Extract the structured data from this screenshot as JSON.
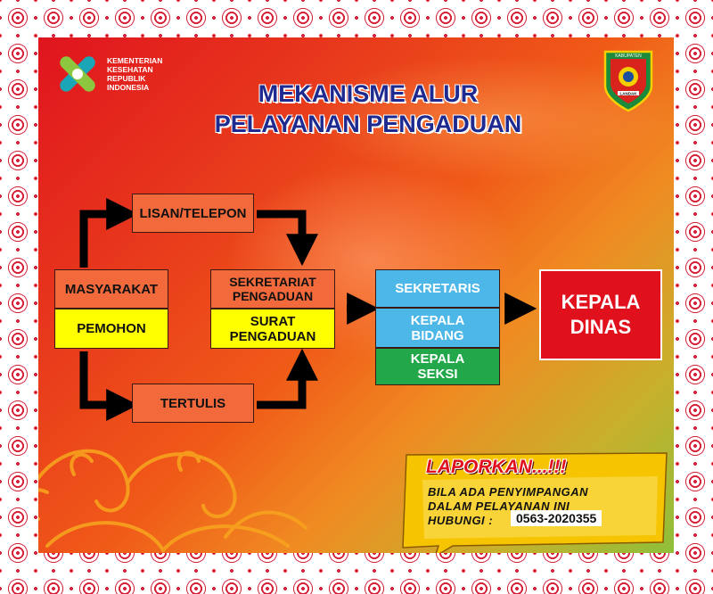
{
  "header": {
    "ministry_logo": {
      "lines": [
        "KEMENTERIAN",
        "KESEHATAN",
        "REPUBLIK",
        "INDONESIA"
      ],
      "colors": [
        "#1aa6b7",
        "#8dc63f"
      ]
    },
    "title_line1": "MEKANISME ALUR",
    "title_line2": "PELAYANAN PENGADUAN",
    "crest": {
      "top_text": "KABUPATEN",
      "bottom_text": "LANDAK"
    }
  },
  "flow": {
    "lisan": "LISAN/TELEPON",
    "masyarakat": "MASYARAKAT",
    "pemohon": "PEMOHON",
    "tertulis": "TERTULIS",
    "sekretariat": [
      "SEKRETARIAT",
      "PENGADUAN"
    ],
    "surat": [
      "SURAT",
      "PENGADUAN"
    ],
    "sekretaris": "SEKRETARIS",
    "kepala_bidang": [
      "KEPALA",
      "BIDANG"
    ],
    "kepala_seksi": [
      "KEPALA",
      "SEKSI"
    ],
    "kepala_dinas": [
      "KEPALA",
      "DINAS"
    ]
  },
  "notice": {
    "headline": "LAPORKAN...!!!",
    "line1": "BILA ADA PENYIMPANGAN",
    "line2": "DALAM PELAYANAN INI",
    "contact_label": "HUBUNGI :",
    "phone": "0563-2020355"
  },
  "colors": {
    "title": "#1e2a90",
    "box_orange": "#f26a3c",
    "box_yellow": "#ffff00",
    "box_blue": "#4db8e8",
    "box_green": "#22a84a",
    "box_red": "#e0101c",
    "border_pattern": "#d8243a"
  }
}
